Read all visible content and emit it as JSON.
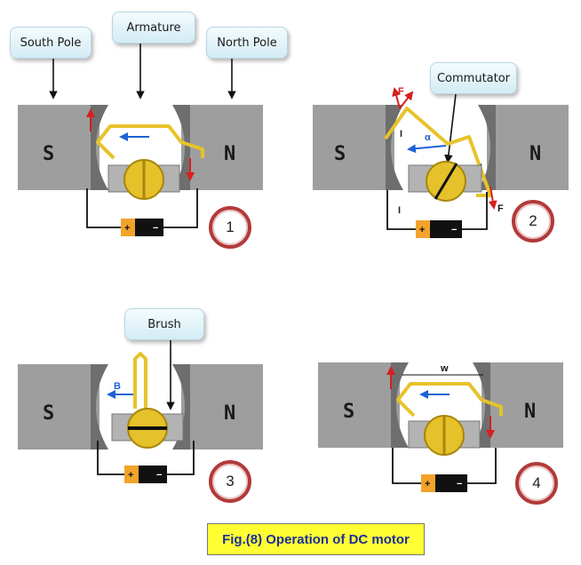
{
  "callouts": {
    "south_pole": "South Pole",
    "armature": "Armature",
    "north_pole": "North Pole",
    "commutator": "Commutator",
    "brush": "Brush"
  },
  "poles": {
    "south": "S",
    "north": "N"
  },
  "panels": [
    {
      "step": "1"
    },
    {
      "step": "2"
    },
    {
      "step": "3"
    },
    {
      "step": "4"
    }
  ],
  "symbols": {
    "force": "F",
    "current": "I",
    "field": "B",
    "width": "w",
    "alpha": "α",
    "plus": "+",
    "minus": "−"
  },
  "caption": "Fig.(8) Operation of DC motor",
  "colors": {
    "magnet": "#9e9e9e",
    "pole_shoe": "#6e6e6e",
    "coil": "#e7c32a",
    "field_arrow": "#1e63d6",
    "force_arrow": "#d61f1f",
    "badge_ring": "#b23a3a",
    "caption_bg": "#ffff33",
    "caption_text": "#1d2e99"
  }
}
